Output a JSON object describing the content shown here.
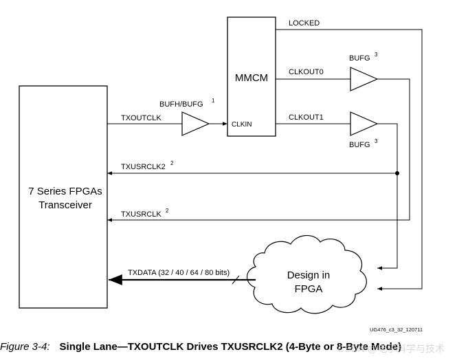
{
  "blocks": {
    "transceiver_line1": "7 Series FPGAs",
    "transceiver_line2": "Transceiver",
    "mmcm": "MMCM",
    "cloud_line1": "Design in",
    "cloud_line2": "FPGA"
  },
  "buffers": {
    "bufh_label": "BUFH/BUFG",
    "bufh_sup": "1",
    "bufg_top_label": "BUFG",
    "bufg_top_sup": "3",
    "bufg_bottom_label": "BUFG",
    "bufg_bottom_sup": "3"
  },
  "signals": {
    "txoutclk": "TXOUTCLK",
    "clkin": "CLKIN",
    "locked": "LOCKED",
    "clkout0": "CLKOUT0",
    "clkout1": "CLKOUT1",
    "txusrclk2": "TXUSRCLK2",
    "txusrclk2_sup": "2",
    "txusrclk": "TXUSRCLK",
    "txusrclk_sup": "2",
    "txdata": "TXDATA (32 / 40 / 64 / 80 bits)"
  },
  "figure_id": "UG476_c3_32_120711",
  "caption": {
    "number": "Figure 3-4:",
    "title": "Single Lane—TXOUTCLK Drives TXUSRCLK2 (4-Byte or 8-Byte Mode)"
  },
  "watermark": "CSDN @电子科学与技术"
}
